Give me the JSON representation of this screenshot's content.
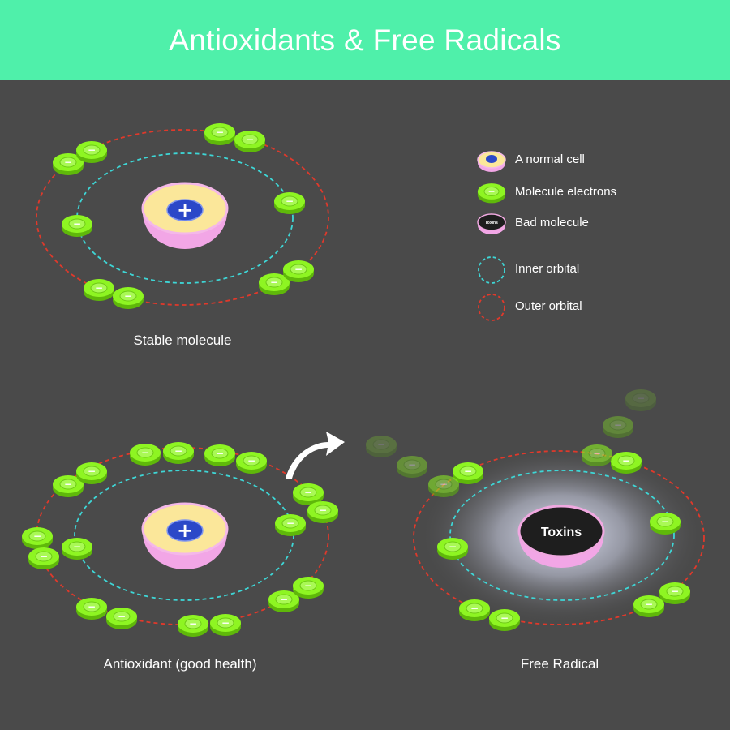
{
  "title": "Antioxidants & Free Radicals",
  "legend": {
    "normal_cell": "A normal cell",
    "electrons": "Molecule electrons",
    "bad_molecule": "Bad molecule",
    "inner_orbital": "Inner orbital",
    "outer_orbital": "Outer orbital"
  },
  "nucleus_symbol": "+",
  "electron_symbol": "−",
  "toxins_label": "Toxins",
  "diagrams": {
    "stable": {
      "label": "Stable molecule"
    },
    "antioxidant": {
      "label": "Antioxidant (good health)"
    },
    "free_radical": {
      "label": "Free Radical"
    }
  },
  "colors": {
    "header": "#4ff0aa",
    "background": "#4a4a4a",
    "inner_orbital": "#3ed6d6",
    "outer_orbital": "#e0392b",
    "electron": "#8ef522",
    "nucleus_top": "#fbe79a",
    "nucleus_side": "#f2a6e6",
    "plus_badge": "#2b48c8",
    "toxins": "#1e1e1e"
  }
}
